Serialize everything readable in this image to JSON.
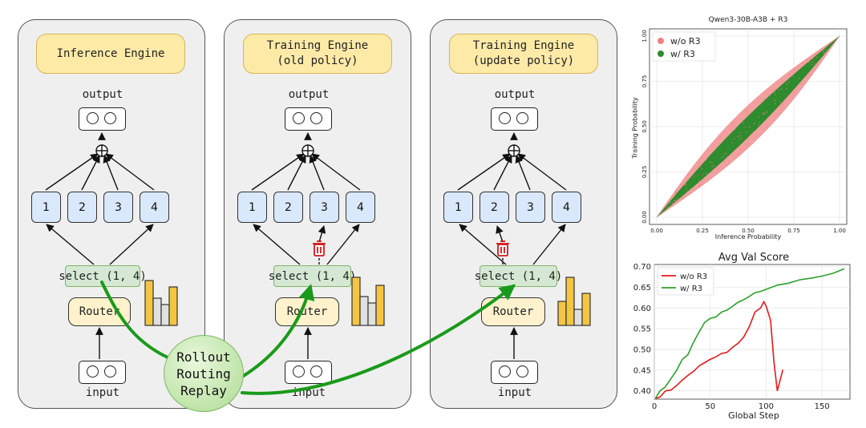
{
  "panels": [
    {
      "title_lines": [
        "Inference Engine"
      ],
      "output_label": "output",
      "input_label": "input",
      "experts": [
        "1",
        "2",
        "3",
        "4"
      ],
      "select_label": "select (1, 4)",
      "router_label": "Router"
    },
    {
      "title_lines": [
        "Training Engine",
        "(old policy)"
      ],
      "output_label": "output",
      "input_label": "input",
      "experts": [
        "1",
        "2",
        "3",
        "4"
      ],
      "select_label": "select (1, 4)",
      "router_label": "Router"
    },
    {
      "title_lines": [
        "Training Engine",
        "(update policy)"
      ],
      "output_label": "output",
      "input_label": "input",
      "experts": [
        "1",
        "2",
        "3",
        "4"
      ],
      "select_label": "select (1, 4)",
      "router_label": "Router"
    }
  ],
  "replay_lines": [
    "Rollout",
    "Routing",
    "Replay"
  ],
  "icon_names": [
    "plus-circle-icon",
    "trash-icon",
    "bar-chart-icon"
  ],
  "colors": {
    "title_fill": "#fdeaa7",
    "expert_fill": "#dae8fc",
    "select_fill": "#d5e8d4",
    "router_fill": "#fff2cc",
    "replay_arrow": "#1a9a1a",
    "bars": "#f5c542"
  },
  "chart_data": [
    {
      "type": "scatter",
      "title": "Qwen3-30B-A3B + R3",
      "xlabel": "Inference Probability",
      "ylabel": "Training Probability",
      "xlim": [
        0,
        1
      ],
      "ylim": [
        0,
        1
      ],
      "xticks": [
        "0.00",
        "0.25",
        "0.50",
        "0.75",
        "1.00"
      ],
      "yticks": [
        "0.00",
        "0.25",
        "0.50",
        "0.75",
        "1.00"
      ],
      "grid": true,
      "legend": "top-left",
      "series": [
        {
          "name": "w/o R3",
          "color": "#f08080",
          "band": [
            [
              0,
              0
            ],
            [
              0.5,
              0.5
            ],
            [
              1,
              1
            ]
          ],
          "spread": 0.12
        },
        {
          "name": "w/ R3",
          "color": "#2e8b2e",
          "band": [
            [
              0,
              0
            ],
            [
              0.5,
              0.5
            ],
            [
              1,
              1
            ]
          ],
          "spread": 0.06
        }
      ]
    },
    {
      "type": "line",
      "title": "Avg Val Score",
      "xlabel": "Global Step",
      "ylabel": "",
      "xlim": [
        0,
        175
      ],
      "ylim": [
        0.38,
        0.705
      ],
      "xticks": [
        "0",
        "50",
        "100",
        "150"
      ],
      "yticks": [
        "0.40",
        "0.45",
        "0.50",
        "0.55",
        "0.60",
        "0.65",
        "0.70"
      ],
      "grid": true,
      "legend": "top-left",
      "series": [
        {
          "name": "w/o R3",
          "color": "#e41a1c",
          "points": [
            [
              1,
              0.382
            ],
            [
              5,
              0.385
            ],
            [
              10,
              0.4
            ],
            [
              15,
              0.402
            ],
            [
              20,
              0.413
            ],
            [
              25,
              0.426
            ],
            [
              30,
              0.437
            ],
            [
              35,
              0.447
            ],
            [
              40,
              0.46
            ],
            [
              45,
              0.468
            ],
            [
              50,
              0.476
            ],
            [
              55,
              0.482
            ],
            [
              60,
              0.49
            ],
            [
              65,
              0.493
            ],
            [
              70,
              0.505
            ],
            [
              75,
              0.515
            ],
            [
              80,
              0.53
            ],
            [
              85,
              0.555
            ],
            [
              90,
              0.59
            ],
            [
              95,
              0.6
            ],
            [
              98,
              0.615
            ],
            [
              100,
              0.605
            ],
            [
              104,
              0.57
            ],
            [
              107,
              0.47
            ],
            [
              110,
              0.4
            ],
            [
              115,
              0.451
            ]
          ]
        },
        {
          "name": "w/ R3",
          "color": "#2ca02c",
          "points": [
            [
              1,
              0.382
            ],
            [
              5,
              0.4
            ],
            [
              10,
              0.41
            ],
            [
              15,
              0.43
            ],
            [
              20,
              0.45
            ],
            [
              25,
              0.476
            ],
            [
              30,
              0.487
            ],
            [
              35,
              0.517
            ],
            [
              40,
              0.542
            ],
            [
              45,
              0.565
            ],
            [
              50,
              0.575
            ],
            [
              55,
              0.578
            ],
            [
              60,
              0.59
            ],
            [
              65,
              0.595
            ],
            [
              70,
              0.604
            ],
            [
              75,
              0.614
            ],
            [
              80,
              0.62
            ],
            [
              85,
              0.628
            ],
            [
              90,
              0.637
            ],
            [
              95,
              0.64
            ],
            [
              100,
              0.645
            ],
            [
              110,
              0.655
            ],
            [
              120,
              0.66
            ],
            [
              130,
              0.668
            ],
            [
              140,
              0.672
            ],
            [
              150,
              0.677
            ],
            [
              160,
              0.684
            ],
            [
              170,
              0.695
            ]
          ]
        }
      ]
    }
  ]
}
